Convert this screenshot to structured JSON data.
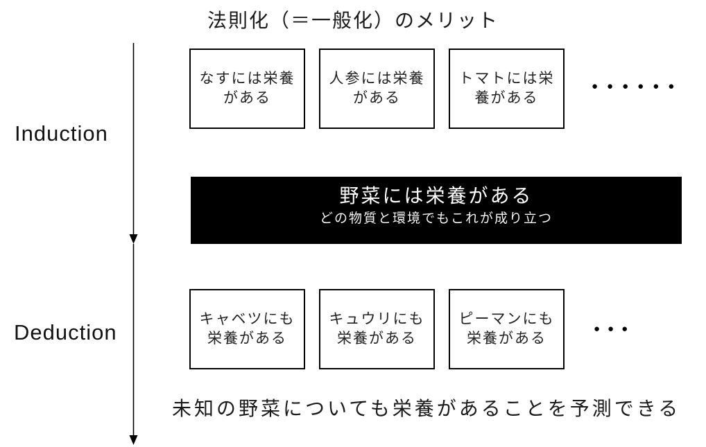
{
  "title": "法則化（＝一般化）のメリット",
  "induction": {
    "label": "Induction",
    "boxes": [
      "なすには栄養\nがある",
      "人参には栄養\nがある",
      "トマトには栄\n養がある"
    ],
    "dots": "●●●●●●"
  },
  "rule": {
    "main": "野菜には栄養がある",
    "sub": "どの物質と環境でもこれが成り立つ"
  },
  "deduction": {
    "label": "Deduction",
    "boxes": [
      "キャベツにも\n栄養がある",
      "キュウリにも\n栄養がある",
      "ピーマンにも\n栄養がある"
    ],
    "dots": "●●●"
  },
  "conclusion": "未知の野菜についても栄養があることを予測できる",
  "colors": {
    "rule_box_bg": "#000000",
    "rule_box_text": "#ffffff",
    "line": "#000000"
  }
}
